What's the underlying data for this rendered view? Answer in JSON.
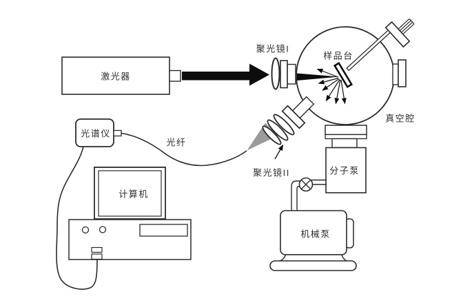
{
  "colors": {
    "line": "#2a2a2a",
    "beam": "#0d0d0d",
    "cone_gray": "#9a9a9a",
    "background": "#ffffff"
  },
  "labels": {
    "laser": "激光器",
    "condenser_lens_1": "聚光镜I",
    "sample_stage": "样品台",
    "vacuum_chamber": "真空腔",
    "spectrometer": "光谱仪",
    "optical_fiber": "光纤",
    "condenser_lens_2": "聚光镜II",
    "molecular_pump": "分子泵",
    "computer": "计算机",
    "mechanical_pump": "机械泵"
  }
}
